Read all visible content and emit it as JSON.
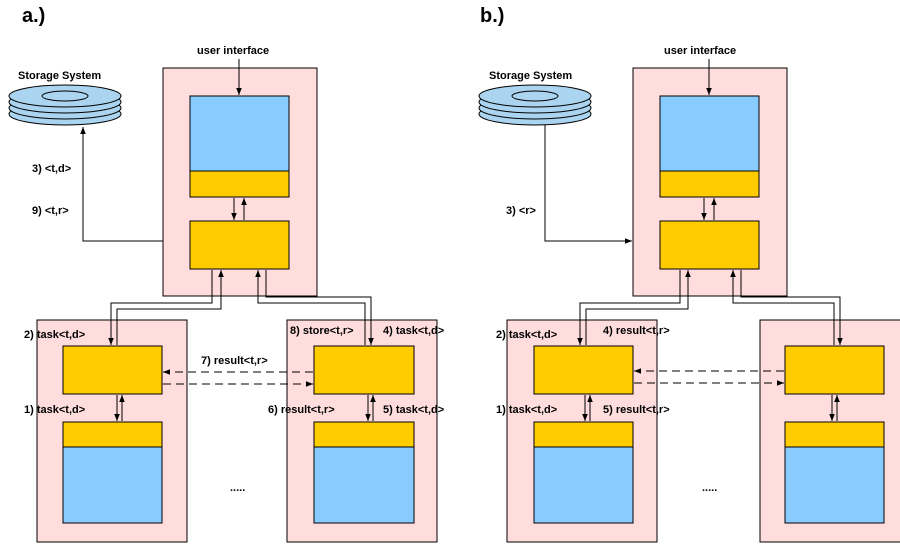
{
  "colors": {
    "node": "#ffdddd",
    "memory": "#88ccff",
    "logic": "#ffcc00",
    "storage": "#aad4f0",
    "stroke": "#000000"
  },
  "panels": {
    "a": {
      "label": "a.)",
      "user_interface": "user interface",
      "storage": "Storage System",
      "storage_labels": [
        "3) <t,d>",
        "9) <t,r>"
      ],
      "ellipsis": ".....",
      "worker_left": {
        "label_top": "2) task<t,d>",
        "label_bottom": "1) task<t,d>"
      },
      "worker_right": {
        "label_top_left": "8) store<t,r>",
        "label_top_right": "4) task<t,d>",
        "label_bottom_left": "6) result<t,r>",
        "label_bottom_right": "5) task<t,d>"
      },
      "peer_label": "7) result<t,r>"
    },
    "b": {
      "label": "b.)",
      "user_interface": "user interface",
      "storage": "Storage System",
      "storage_label": "3) <r>",
      "ellipsis": ".....",
      "worker_left": {
        "label_top_left": "2) task<t,d>",
        "label_top_right": "4) result<t,r>",
        "label_bottom_left": "1) task<t,d>",
        "label_bottom_right": "5) result<t,r>"
      }
    }
  }
}
